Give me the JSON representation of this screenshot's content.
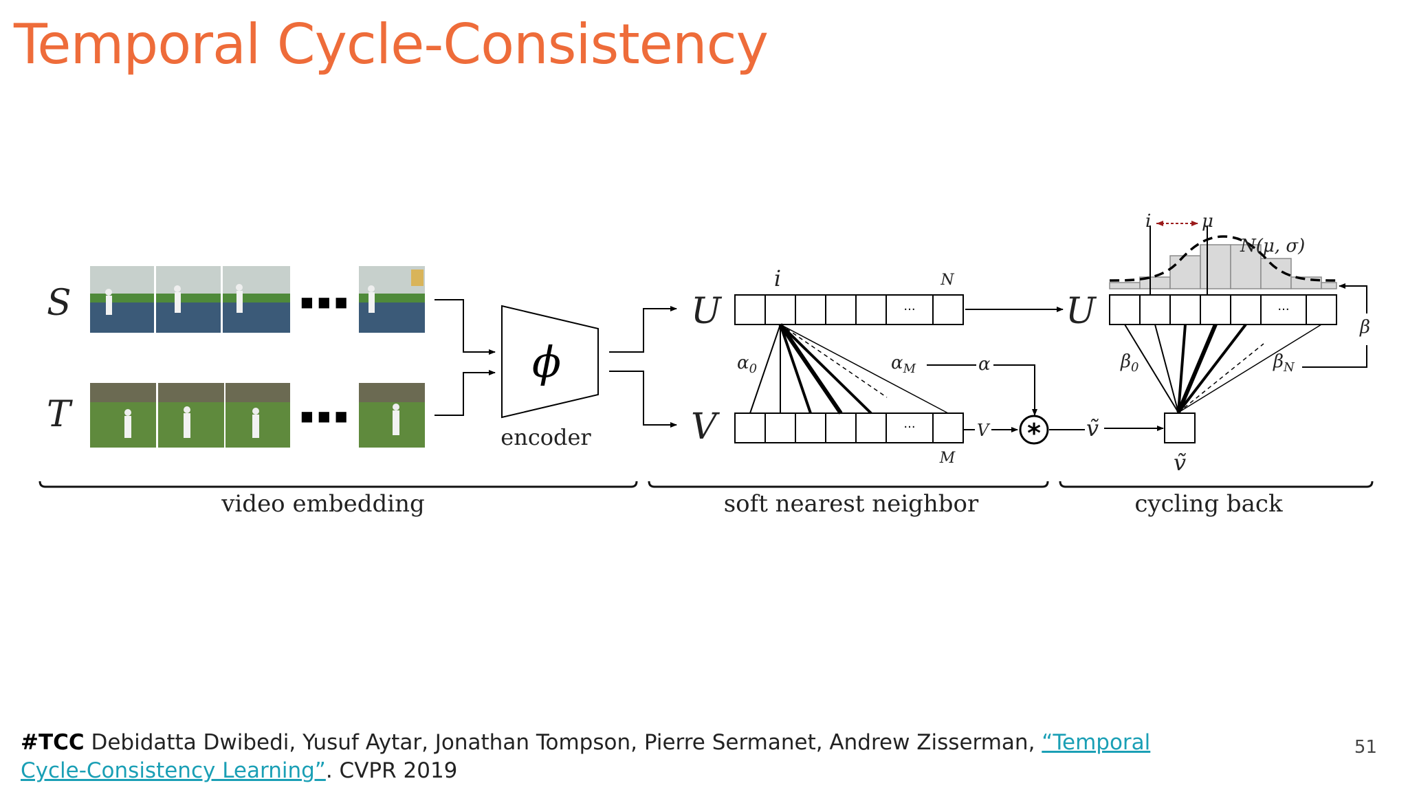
{
  "slide": {
    "title": "Temporal Cycle-Consistency",
    "page_number": "51"
  },
  "diagram": {
    "video": {
      "row_s_label": "S",
      "row_t_label": "T",
      "ellipsis": "■■■",
      "encoder_symbol": "ϕ",
      "encoder_label": "encoder"
    },
    "snn": {
      "u_label": "U",
      "v_label": "V",
      "u_index_label": "i",
      "u_length_label": "N",
      "v_length_label": "M",
      "cell_ellipsis": "···",
      "alpha0": "α",
      "alpha0_sub": "0",
      "alphaM": "α",
      "alphaM_sub": "M",
      "alpha": "α",
      "v_line_label": "V",
      "star": "*",
      "v_tilde": "ṽ"
    },
    "cycle": {
      "u_label": "U",
      "i_label": "i",
      "mu_label": "μ",
      "gauss_label": "N(μ, σ)",
      "beta0": "β",
      "beta0_sub": "0",
      "betaN": "β",
      "betaN_sub": "N",
      "beta": "β",
      "v_tilde_below": "ṽ"
    },
    "sections": {
      "video_embedding": "video embedding",
      "soft_nearest_neighbor": "soft nearest neighbor",
      "cycling_back": "cycling back"
    }
  },
  "footer": {
    "tag": "#TCC",
    "authors": " Debidatta Dwibedi, Yusuf Aytar, Jonathan Tompson, Pierre Sermanet, Andrew Zisserman, ",
    "link_text": "“Temporal Cycle-Consistency Learning”",
    "venue": ". CVPR 2019"
  },
  "colors": {
    "title": "#ee6c3a",
    "link": "#1a9fb5",
    "court_blue": "#3b5a78",
    "court_green": "#4f8a3a",
    "histogram": "#d9d9d9",
    "dashed_arrow": "#9b1c1c"
  }
}
